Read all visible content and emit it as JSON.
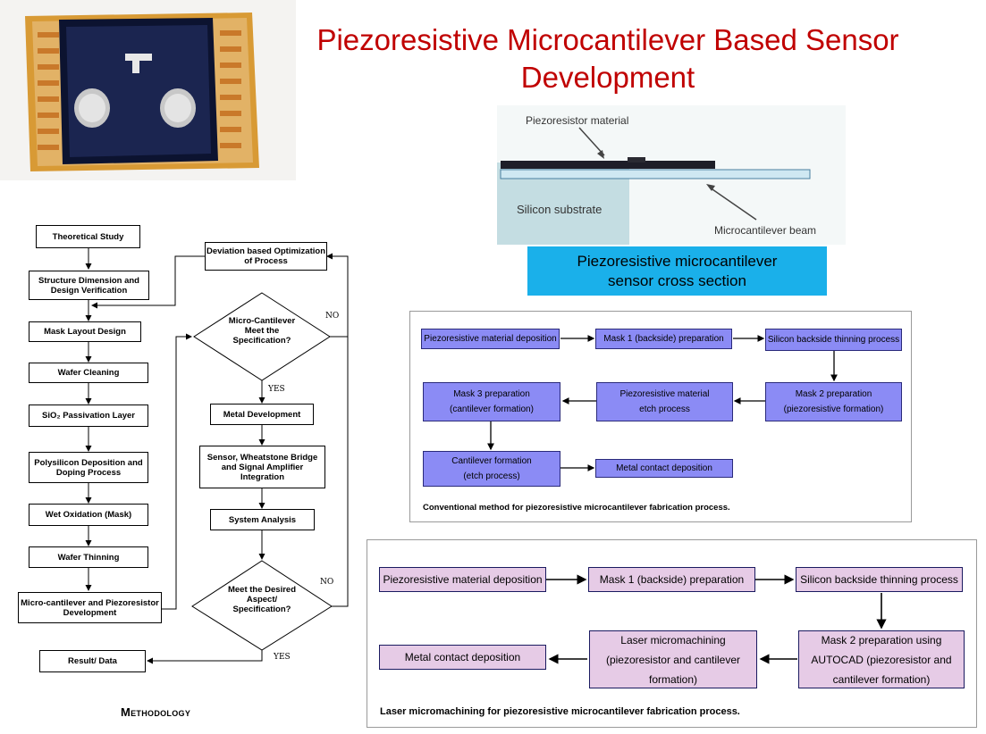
{
  "title": {
    "line1": "Piezoresistive Microcantilever Based Sensor",
    "line2": "Development"
  },
  "cross_section": {
    "label_piezoresistor": "Piezoresistor material",
    "label_substrate": "Silicon substrate",
    "label_beam": "Microcantilever beam",
    "caption_line1": "Piezoresistive microcantilever",
    "caption_line2": "sensor cross section"
  },
  "methodology": {
    "label": "Methodology",
    "left_steps": [
      "Theoretical Study",
      "Structure Dimension and Design Verification",
      "Mask Layout Design",
      "Wafer Cleaning",
      "SiO₂ Passivation Layer",
      "Polysilicon Deposition and Doping Process",
      "Wet Oxidation (Mask)",
      "Wafer Thinning",
      "Micro-cantilever and Piezoresistor Development",
      "Result/ Data"
    ],
    "right_steps": {
      "optimization": "Deviation based Optimization of Process",
      "decision1": "Micro-Cantilever Meet the Specification?",
      "metal": "Metal Development",
      "integration": "Sensor, Wheatstone Bridge and Signal Amplifier Integration",
      "analysis": "System Analysis",
      "decision2": "Meet the Desired Aspect/ Specification?"
    },
    "yes": "YES",
    "no": "NO"
  },
  "conventional": {
    "boxes": [
      [
        "Piezoresistive material deposition"
      ],
      [
        "Mask 1 (backside) preparation"
      ],
      [
        "Silicon backside thinning process"
      ],
      [
        "Mask 2 preparation",
        "(piezoresistive formation)"
      ],
      [
        "Piezoresistive material",
        "etch process"
      ],
      [
        "Mask 3 preparation",
        "(cantilever formation)"
      ],
      [
        "Cantilever formation",
        "(etch process)"
      ],
      [
        "Metal contact deposition"
      ]
    ],
    "caption": "Conventional method for piezoresistive microcantilever fabrication process."
  },
  "laser": {
    "boxes": [
      [
        "Piezoresistive material deposition"
      ],
      [
        "Mask 1 (backside) preparation"
      ],
      [
        "Silicon backside thinning process"
      ],
      [
        "Mask 2 preparation using",
        "AUTOCAD (piezoresistor and",
        "cantilever formation)"
      ],
      [
        "Laser micromachining",
        "(piezoresistor and cantilever",
        "formation)"
      ],
      [
        "Metal contact deposition"
      ]
    ],
    "caption": "Laser micromachining for piezoresistive microcantilever fabrication process."
  },
  "colors": {
    "title": "#c00000",
    "caption_box": "#1ab0ea",
    "conventional_box": "#8b8bf5",
    "laser_box": "#e6cbe6"
  }
}
